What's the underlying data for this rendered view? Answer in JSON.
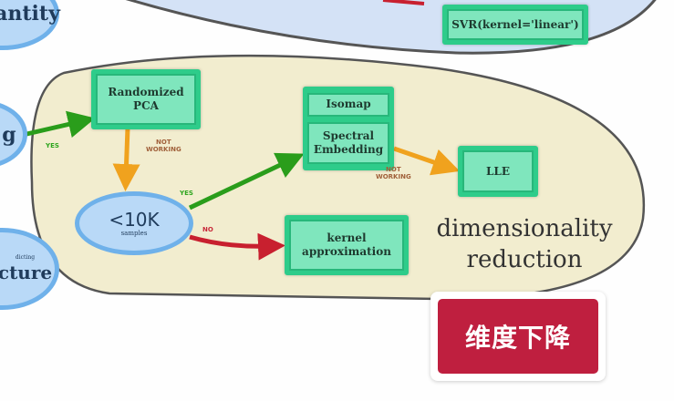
{
  "diagram": {
    "top_region": {
      "node_partial_left": "antity",
      "node_svr": "SVR(kernel='linear')"
    },
    "left_nodes": {
      "partial_g": "g",
      "partial_structure_small": "dicting",
      "partial_structure": "cture"
    },
    "dimensionality_reduction": {
      "title_line1": "dimensionality",
      "title_line2": "reduction",
      "randomized_pca_line1": "Randomized",
      "randomized_pca_line2": "PCA",
      "isomap": "Isomap",
      "spectral_line1": "Spectral",
      "spectral_line2": "Embedding",
      "lle": "LLE",
      "samples_big": "<10K",
      "samples_small": "samples",
      "kernel_line1": "kernel",
      "kernel_line2": "approximation"
    },
    "edge_labels": {
      "yes_to_pca": "YES",
      "pca_not_working_1": "NOT",
      "pca_not_working_2": "WORKING",
      "yes_to_isomap": "YES",
      "no_to_kernel": "NO",
      "spectral_not_working_1": "NOT",
      "spectral_not_working_2": "WORKING"
    },
    "colors": {
      "region_fill": "#f2edcf",
      "top_region_fill": "#d4e2f6",
      "box_green": "#2ecc8a",
      "ellipse_blue": "#b9d9f7",
      "arrow_yes": "#2a9d1b",
      "arrow_no": "#c8202f",
      "arrow_not_working": "#f0a21e",
      "badge_red": "#bf1f3f"
    }
  },
  "badge": {
    "label": "维度下降"
  }
}
